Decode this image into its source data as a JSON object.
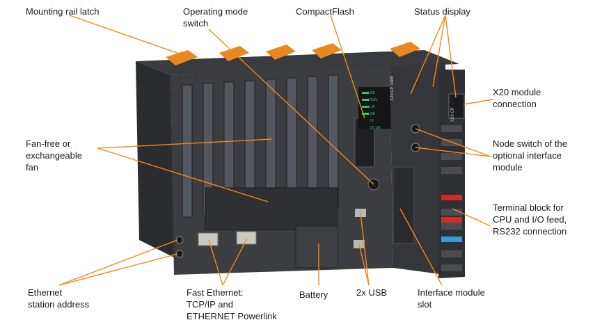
{
  "labels": {
    "mounting_rail_latch": "Mounting rail latch",
    "operating_mode_switch": "Operating mode\nswitch",
    "compactflash": "CompactFlash",
    "status_display": "Status display",
    "x20_module_connection": "X20 module\nconnection",
    "fan": "Fan-free or\nexchangeable\nfan",
    "node_switch": "Node switch of the\noptional interface\nmodule",
    "terminal_block": "Terminal block for\nCPU and I/O feed,\nRS232 connection",
    "ethernet_station_address": "Ethernet\nstation address",
    "fast_ethernet": "Fast Ethernet:\nTCP/IP and\nETHERNET Powerlink",
    "battery": "Battery",
    "usb": "2x USB",
    "interface_module_slot": "Interface module\nslot"
  },
  "device_marks": {
    "model": "X20 CP 1486",
    "side_label": "X20 CP",
    "status_lines": [
      "S/E",
      "RUN",
      "L/A",
      "S/E",
      "CF",
      "DC OK"
    ]
  },
  "colors": {
    "leader": "#f08a1c",
    "latch": "#e8891f",
    "body_dark": "#2e2f32",
    "body_mid": "#45474b",
    "terminal_red": "#d42a2a",
    "terminal_blue": "#3a9ad9",
    "display_green": "#3cc06a"
  }
}
